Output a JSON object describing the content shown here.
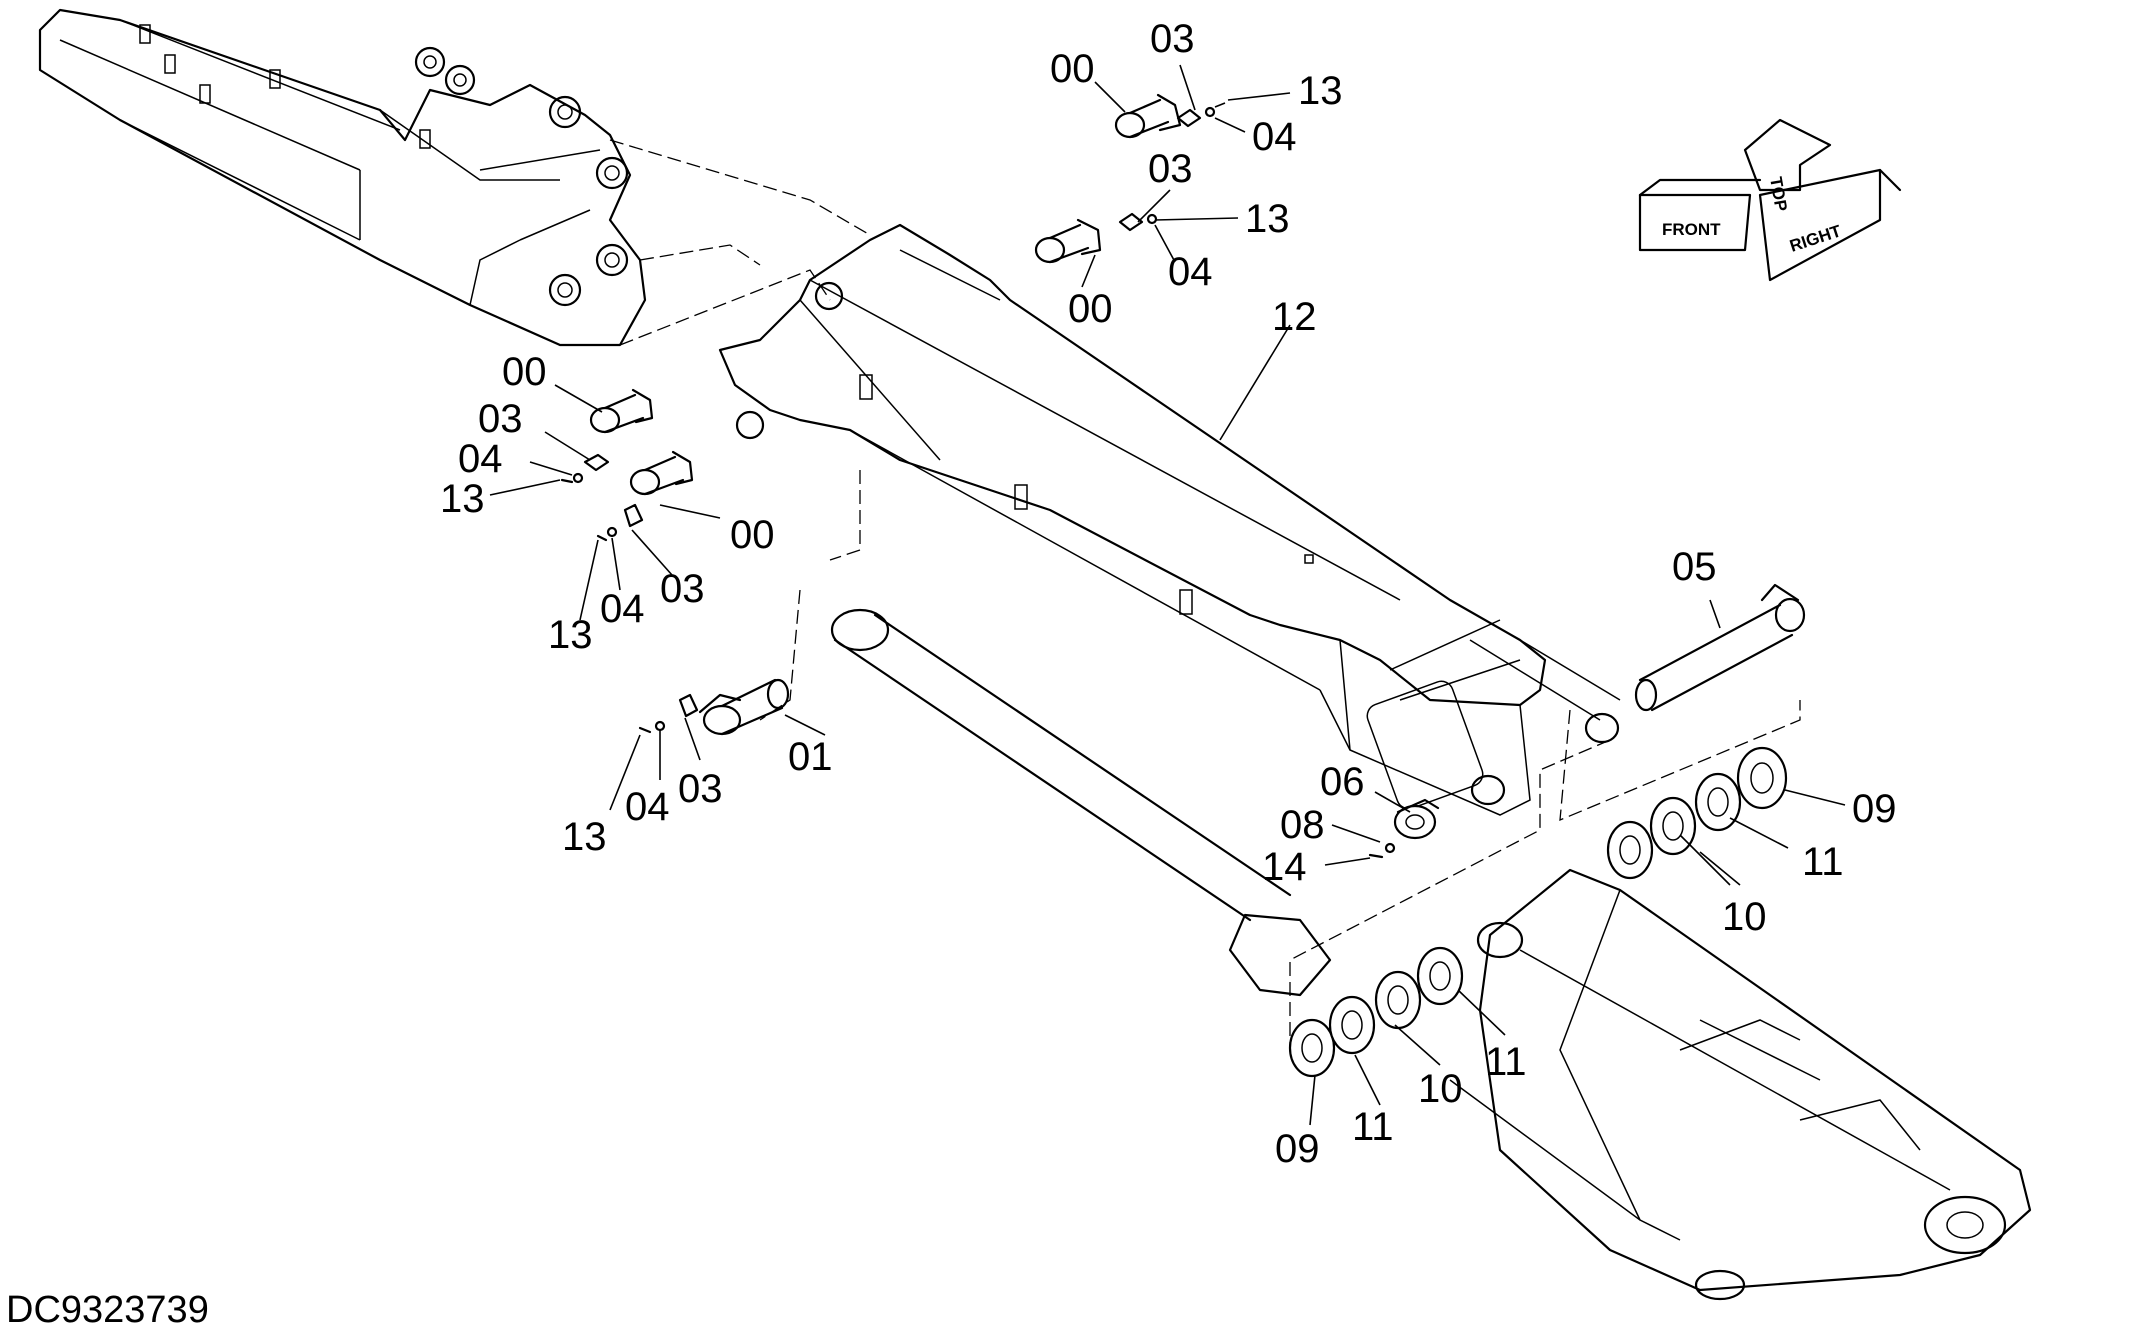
{
  "drawing_code": "DC9323739",
  "compass": {
    "front": "FRONT",
    "top": "TOP",
    "right": "RIGHT"
  },
  "callouts": {
    "c00_a": "00",
    "c03_a": "03",
    "c13_a": "13",
    "c04_a": "04",
    "c03_b": "03",
    "c13_b": "13",
    "c04_b": "04",
    "c00_b": "00",
    "c12": "12",
    "c00_c": "00",
    "c03_c": "03",
    "c04_c": "04",
    "c13_c": "13",
    "c00_d": "00",
    "c03_d": "03",
    "c04_d": "04",
    "c13_d": "13",
    "c01": "01",
    "c03_e": "03",
    "c04_e": "04",
    "c13_e": "13",
    "c05": "05",
    "c06": "06",
    "c08": "08",
    "c14": "14",
    "c09_a": "09",
    "c11_a": "11",
    "c10_a": "10",
    "c11_b": "11",
    "c10_b": "10",
    "c11_c": "11",
    "c09_b": "09"
  }
}
